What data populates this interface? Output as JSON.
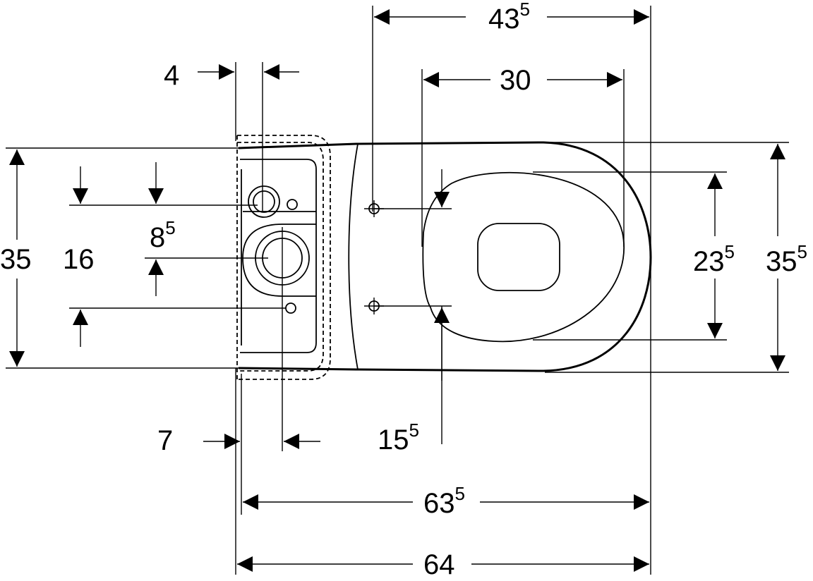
{
  "dimensions": {
    "top_overall": {
      "main": "43",
      "sup": "5"
    },
    "top_seat": {
      "main": "30",
      "sup": ""
    },
    "left_offset": {
      "main": "4",
      "sup": ""
    },
    "height_total": {
      "main": "35",
      "sup": ""
    },
    "height_inlet": {
      "main": "16",
      "sup": ""
    },
    "inlet_offset": {
      "main": "8",
      "sup": "5"
    },
    "fix_spacing": {
      "main": "23",
      "sup": "5"
    },
    "width_right": {
      "main": "35",
      "sup": "5"
    },
    "bottom_offset": {
      "main": "7",
      "sup": ""
    },
    "fix_distance": {
      "main": "15",
      "sup": "5"
    },
    "depth_inner": {
      "main": "63",
      "sup": "5"
    },
    "depth_total": {
      "main": "64",
      "sup": ""
    }
  }
}
